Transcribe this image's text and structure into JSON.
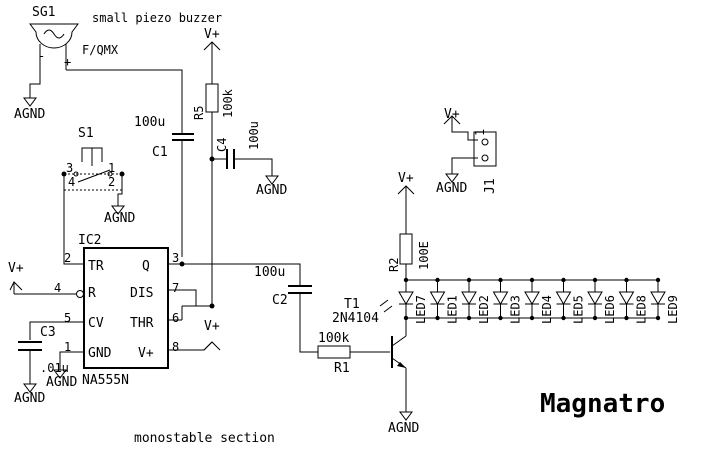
{
  "title": "Magnatro",
  "caption": "monostable section",
  "sg1": {
    "ref": "SG1",
    "desc": "small piezo buzzer",
    "value": "F/QMX",
    "minus": "-",
    "plus": "+"
  },
  "s1": {
    "ref": "S1",
    "p1": "1",
    "p2": "2",
    "p3": "3",
    "p4": "4"
  },
  "ic2": {
    "ref": "IC2",
    "part": "NA555N",
    "pins": {
      "tr": "TR",
      "q": "Q",
      "r": "R",
      "dis": "DIS",
      "cv": "CV",
      "thr": "THR",
      "gnd": "GND",
      "vplus": "V+"
    },
    "pin_numbers": {
      "p1": "1",
      "p2": "2",
      "p3": "3",
      "p4": "4",
      "p5": "5",
      "p6": "6",
      "p7": "7",
      "p8": "8"
    }
  },
  "c1": {
    "ref": "C1",
    "value": "100u"
  },
  "c2": {
    "ref": "C2",
    "value": "100u"
  },
  "c3": {
    "ref": "C3",
    "value": ".01u"
  },
  "c4": {
    "ref": "C4",
    "value": "100u"
  },
  "r1": {
    "ref": "R1",
    "value": "100k"
  },
  "r2": {
    "ref": "R2",
    "value": "100E"
  },
  "r5": {
    "ref": "R5",
    "value": "100k"
  },
  "t1": {
    "ref": "T1",
    "part": "2N4104"
  },
  "j1": {
    "ref": "J1",
    "p1": "1"
  },
  "leds": [
    "LED7",
    "LED1",
    "LED2",
    "LED3",
    "LED4",
    "LED5",
    "LED6",
    "LED8",
    "LED9"
  ],
  "rails": {
    "vplus": "V+",
    "agnd": "AGND"
  }
}
